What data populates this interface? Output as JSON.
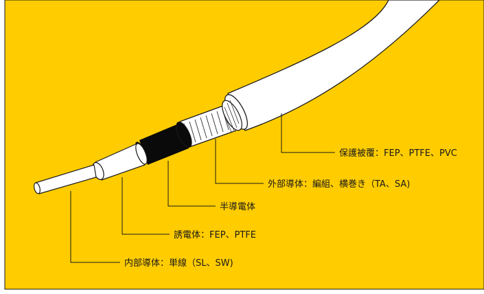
{
  "colors": {
    "background": "#FFCC00",
    "cable_fill": "#FFFFFF",
    "outline": "#1a1a1a",
    "semiconductor": "#0a0a0a"
  },
  "labels": {
    "jacket": "保護被覆：FEP、PTFE、PVC",
    "outer_conductor": "外部導体：編組、横巻き（TA、SA)",
    "semiconductor": "半導電体",
    "dielectric": "誘電体：FEP、PTFE",
    "inner_conductor": "内部導体：単線（SL、SW)"
  }
}
